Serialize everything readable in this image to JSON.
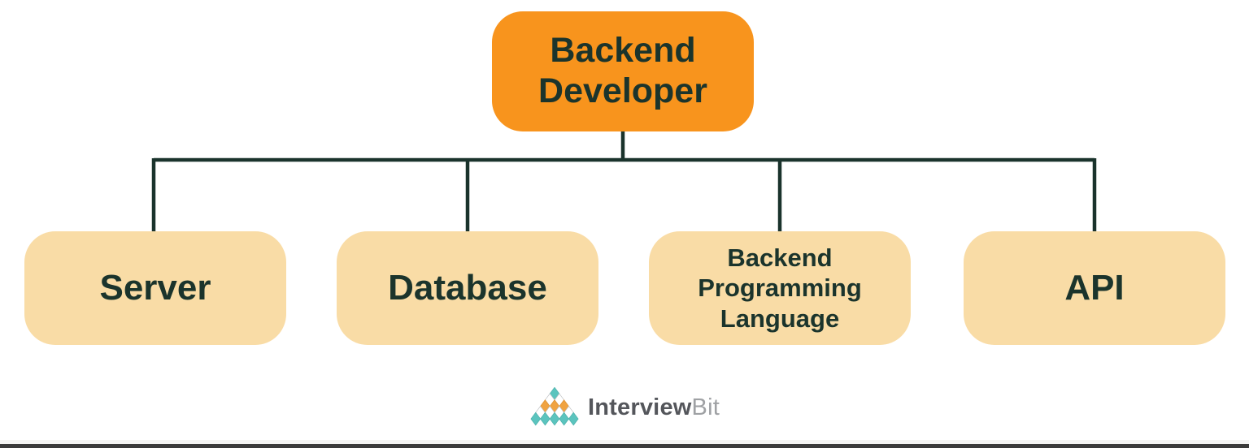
{
  "diagram": {
    "root": {
      "label": "Backend Developer"
    },
    "children": [
      {
        "label": "Server"
      },
      {
        "label": "Database"
      },
      {
        "label": "Backend Programming Language"
      },
      {
        "label": "API"
      }
    ]
  },
  "branding": {
    "logo_primary": "Interview",
    "logo_secondary": "Bit",
    "logo_mark_rows": [
      [
        "teal"
      ],
      [
        "white",
        "white"
      ],
      [
        "orange",
        "orange",
        "orange"
      ],
      [
        "white",
        "white",
        "white",
        "white"
      ],
      [
        "teal",
        "teal",
        "teal",
        "teal",
        "teal"
      ]
    ]
  },
  "colors": {
    "root_fill": "#F8941D",
    "child_fill": "#F9DCA6",
    "text_dark": "#1B342C",
    "connector": "#1A332C",
    "logo_teal": "#5BC4BE",
    "logo_teal_stroke": "#4FB3AD",
    "logo_orange": "#F0A341",
    "logo_orange_stroke": "#E0912F",
    "logo_white": "#FFFFFF",
    "logo_white_stroke": "#C2C4C6",
    "logo_text_primary": "#54565B",
    "logo_text_secondary": "#9FA1A4",
    "bottom_bar": "#3B3B3B"
  }
}
